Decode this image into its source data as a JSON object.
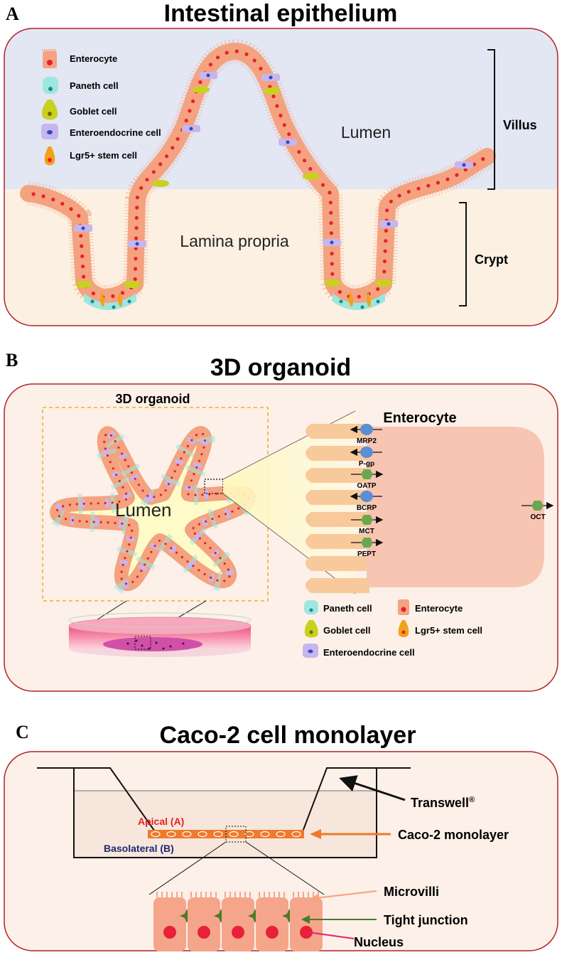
{
  "panel_a": {
    "letter": "A",
    "title": "Intestinal epithelium",
    "legend": [
      {
        "icon": "enterocyte-icon",
        "label": "Enterocyte"
      },
      {
        "icon": "paneth-cell-icon",
        "label": "Paneth cell"
      },
      {
        "icon": "goblet-cell-icon",
        "label": "Goblet cell"
      },
      {
        "icon": "enteroendocrine-cell-icon",
        "label": "Enteroendocrine cell"
      },
      {
        "icon": "stem-cell-icon",
        "label": "Lgr5+ stem cell"
      }
    ],
    "lumen_label": "Lumen",
    "lamina_label": "Lamina propria",
    "villus_label": "Villus",
    "crypt_label": "Crypt"
  },
  "panel_b": {
    "letter": "B",
    "title": "3D organoid",
    "organoid_heading": "3D organoid",
    "lumen_label": "Lumen",
    "enterocyte_heading": "Enterocyte",
    "transporters": [
      "MRP2",
      "P-gp",
      "OATP",
      "BCRP",
      "MCT",
      "PEPT"
    ],
    "oct_label": "OCT",
    "legend": [
      {
        "icon": "paneth-cell-icon",
        "label": "Paneth cell"
      },
      {
        "icon": "enterocyte-icon",
        "label": "Enterocyte"
      },
      {
        "icon": "goblet-cell-icon",
        "label": "Goblet cell"
      },
      {
        "icon": "stem-cell-icon",
        "label": "Lgr5+ stem cell"
      },
      {
        "icon": "enteroendocrine-cell-icon",
        "label": "Enteroendocrine cell"
      }
    ]
  },
  "panel_c": {
    "letter": "C",
    "title": "Caco-2 cell monolayer",
    "apical_label": "Apical (A)",
    "basolateral_label": "Basolateral (B)",
    "transwell_label": "Transwell",
    "transwell_mark": "®",
    "monolayer_label": "Caco-2 monolayer",
    "microvilli_label": "Microvilli",
    "tight_junction_label": "Tight junction",
    "nucleus_label": "Nucleus"
  },
  "colors": {
    "panel_border": "#b22222",
    "lumen_bg": "#e3e6f3",
    "lamina_bg": "#fcf0e2",
    "enterocyte": "#f4a27f",
    "nucleus": "#e8202a",
    "paneth": "#9ee6e0",
    "goblet": "#c8d21e",
    "enteroendocrine": "#c6b6ec",
    "stem": "#f2a21a",
    "monolayer": "#ef7a2a",
    "tight_junction": "#4a7a2c",
    "apical": "#e8201e",
    "basolateral": "#1e2a6e"
  }
}
